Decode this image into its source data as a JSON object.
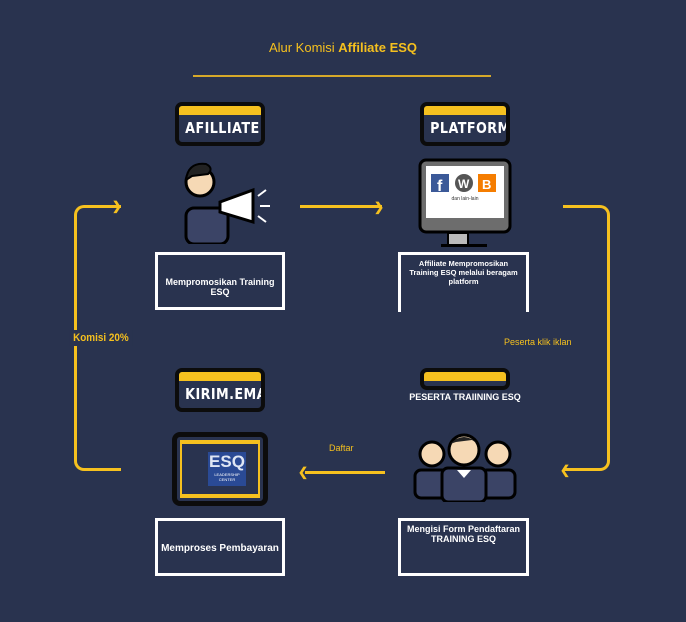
{
  "title": {
    "prefix": "Alur Komisi ",
    "bold": "Affiliate ESQ"
  },
  "badges": {
    "affiliate": "AFILLIATE",
    "platform": "PLATFORM",
    "email": "KIRIM.EMAIL"
  },
  "platform_screen": {
    "caption": "dan lain-lain",
    "icons": [
      "facebook-icon",
      "wordpress-icon",
      "blogger-icon"
    ]
  },
  "esq_logo": {
    "text": "ESQ",
    "sub": "LEADERSHIP CENTER"
  },
  "boxes": {
    "promote": "Mempromosikan Training  ESQ",
    "platform": "Affiliate Mempromosikan Training ESQ melalui beragam platform",
    "payment": "Memproses Pembayaran",
    "register": "Mengisi Form Pendaftaran TRAINING ESQ"
  },
  "labels": {
    "commission": "Komisi 20%",
    "click": "Peserta klik iklan",
    "register": "Daftar",
    "participants": "PESERTA TRAIINING ESQ"
  },
  "colors": {
    "accent": "#f6c11f",
    "background": "#29334f"
  }
}
